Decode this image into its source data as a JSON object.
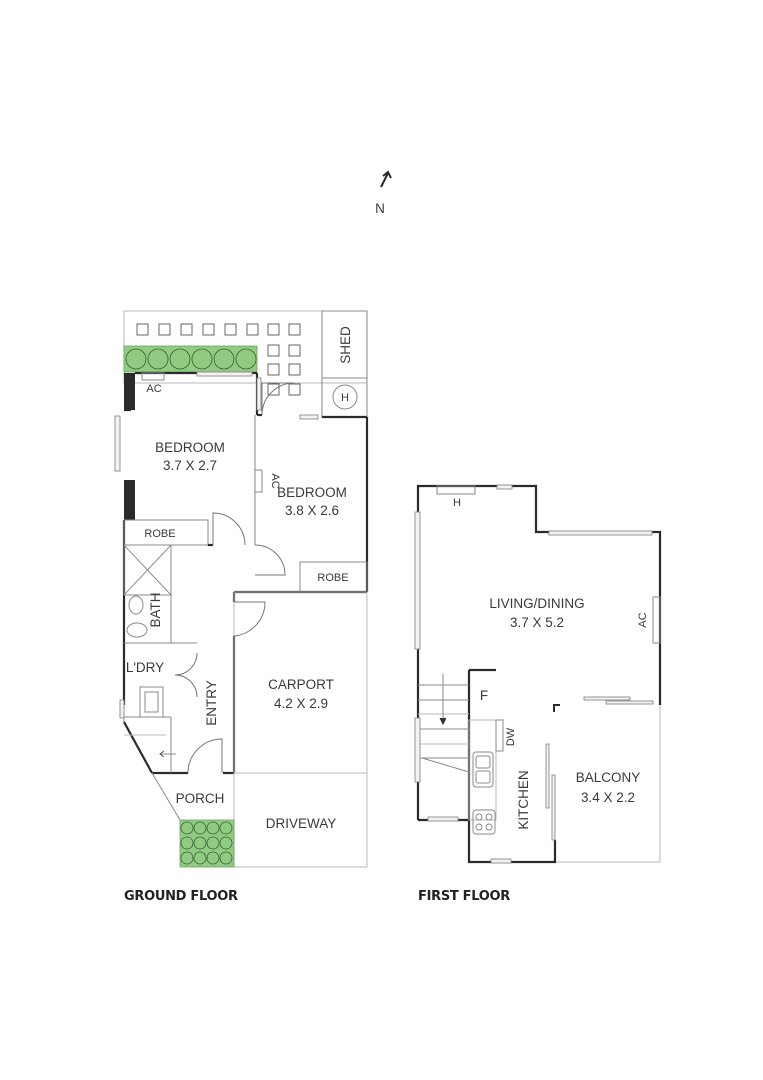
{
  "compass": {
    "label": "N",
    "icon": "north-arrow-icon"
  },
  "ground_floor": {
    "title": "GROUND FLOOR",
    "rooms": {
      "bedroom1": {
        "name": "BEDROOM",
        "size": "3.7 X 2.7"
      },
      "bedroom2": {
        "name": "BEDROOM",
        "size": "3.8 X 2.6"
      },
      "robe1": {
        "name": "ROBE"
      },
      "robe2": {
        "name": "ROBE"
      },
      "bath": {
        "name": "BATH"
      },
      "laundry": {
        "name": "L'DRY"
      },
      "entry": {
        "name": "ENTRY"
      },
      "carport": {
        "name": "CARPORT",
        "size": "4.2 X 2.9"
      },
      "porch": {
        "name": "PORCH"
      },
      "driveway": {
        "name": "DRIVEWAY"
      },
      "shed": {
        "name": "SHED"
      }
    },
    "fixtures": {
      "ac1": "AC",
      "ac2": "AC",
      "hot_water": "H"
    }
  },
  "first_floor": {
    "title": "FIRST FLOOR",
    "rooms": {
      "living": {
        "name": "LIVING/DINING",
        "size": "3.7 X 5.2"
      },
      "kitchen": {
        "name": "KITCHEN"
      },
      "balcony": {
        "name": "BALCONY",
        "size": "3.4 X 2.2"
      }
    },
    "fixtures": {
      "heater": "H",
      "ac": "AC",
      "fridge": "F",
      "dishwasher": "DW"
    }
  },
  "colors": {
    "garden": "#8fcc82",
    "walls": "#2b2b2b",
    "text": "#3a3a3a"
  }
}
